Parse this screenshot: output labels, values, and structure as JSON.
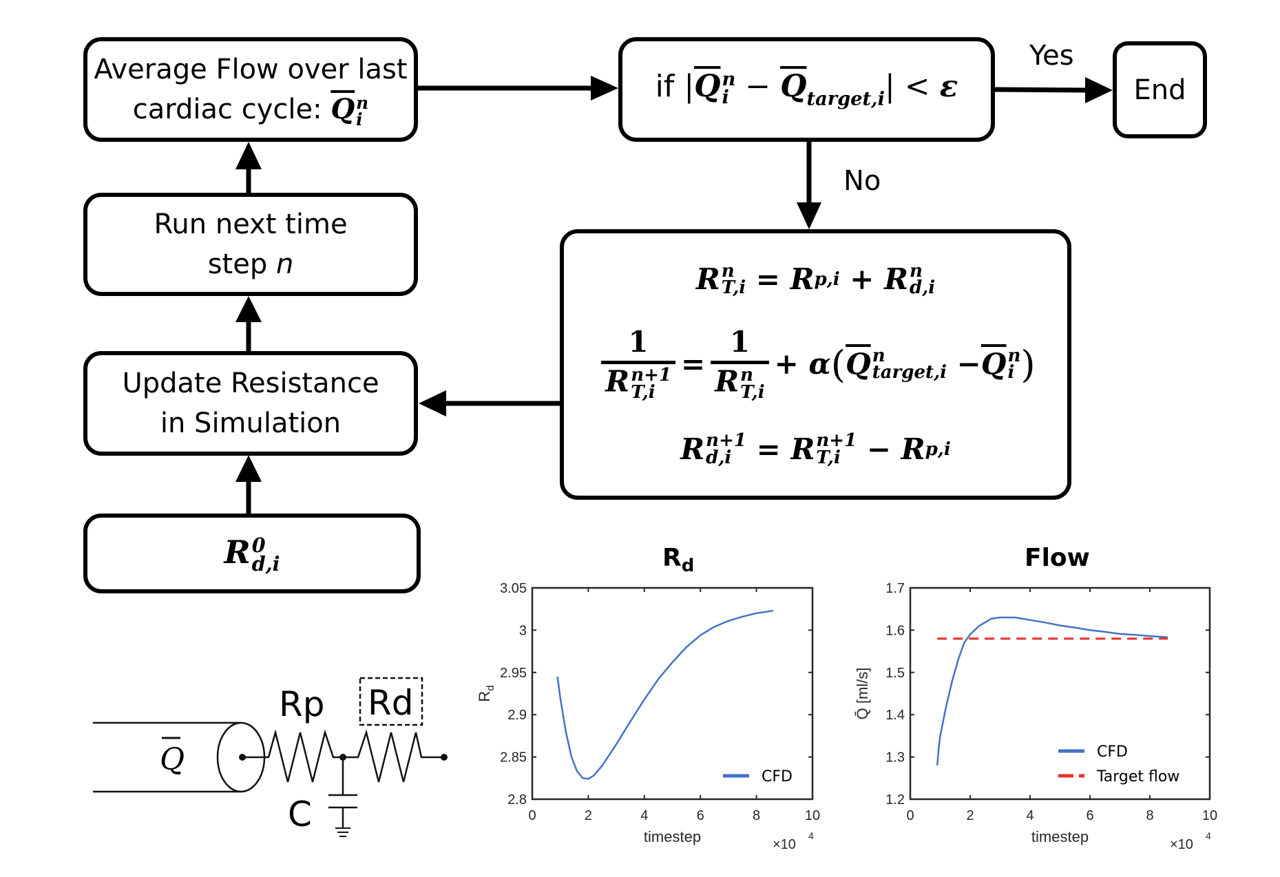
{
  "flowchart": {
    "average_flow": {
      "line1": "Average Flow over last",
      "line2": "cardiac cycle: ",
      "symbol": "Q",
      "sup": "n",
      "sub": "i"
    },
    "run_next": {
      "line1": "Run next time",
      "line2": "step ",
      "var": "n"
    },
    "update_resistance": {
      "line1": "Update Resistance",
      "line2": "in Simulation"
    },
    "initial": {
      "symbol": "R",
      "sup": "0",
      "sub": "d,i"
    },
    "condition": {
      "prefix": "if ",
      "expr_q": "Q",
      "expr_sup": "n",
      "expr_sub": "i",
      "minus": " − ",
      "target_q": "Q",
      "target_sub": "target,i",
      "comparator": " < ",
      "epsilon": "ε"
    },
    "end": {
      "label": "End"
    },
    "yes_label": "Yes",
    "no_label": "No",
    "equations": {
      "eq1": {
        "lhs": "R",
        "lhs_sup": "n",
        "lhs_sub": "T,i",
        "op": " = ",
        "t1": "R",
        "t1_sub": "p,i",
        "plus": " + ",
        "t2": "R",
        "t2_sup": "n",
        "t2_sub": "d,i"
      },
      "eq2": {
        "num1": "1",
        "den1": "R",
        "den1_sup": "n+1",
        "den1_sub": "T,i",
        "op": "=",
        "num2": "1",
        "den2": "R",
        "den2_sup": "n",
        "den2_sub": "T,i",
        "plus": "+ ",
        "alpha": "α",
        "open": "(",
        "q1": "Q",
        "q1_sup": "n",
        "q1_sub": "target,i",
        "minus": " −",
        "q2": "Q",
        "q2_sup": "n",
        "q2_sub": "i",
        "close": ")"
      },
      "eq3": {
        "lhs": "R",
        "lhs_sup": "n+1",
        "lhs_sub": "d,i",
        "op": " = ",
        "t1": "R",
        "t1_sup": "n+1",
        "t1_sub": "T,i",
        "minus": " − ",
        "t2": "R",
        "t2_sub": "p,i"
      }
    }
  },
  "circuit": {
    "flow_label": "Q",
    "rp_label": "Rp",
    "rd_label": "Rd",
    "c_label": "C"
  },
  "colors": {
    "cfd": "#4472C4",
    "target": "#E8312A",
    "axis": "#262626"
  },
  "chart_data": [
    {
      "type": "line",
      "title": "R",
      "title_sub": "d",
      "xlabel": "timestep",
      "x_multiplier": "×10",
      "x_multiplier_exp": "4",
      "ylabel": "R",
      "ylabel_sub": "d",
      "xlim": [
        0,
        10
      ],
      "ylim": [
        2.8,
        3.05
      ],
      "xticks": [
        0,
        2,
        4,
        6,
        8,
        10
      ],
      "yticks": [
        2.8,
        2.85,
        2.9,
        2.95,
        3,
        3.05
      ],
      "ytick_labels": [
        "2.8",
        "2.85",
        "2.9",
        "2.95",
        "3",
        "3.05"
      ],
      "legend": "bottom-right",
      "series": [
        {
          "name": "CFD",
          "style": "solid",
          "x": [
            0.9,
            1.0,
            1.2,
            1.4,
            1.6,
            1.8,
            2.0,
            2.2,
            2.5,
            3.0,
            3.5,
            4.0,
            4.5,
            5.0,
            5.5,
            6.0,
            6.5,
            7.0,
            7.5,
            8.0,
            8.6
          ],
          "y": [
            2.945,
            2.92,
            2.88,
            2.85,
            2.833,
            2.825,
            2.824,
            2.828,
            2.84,
            2.865,
            2.892,
            2.918,
            2.942,
            2.962,
            2.98,
            2.994,
            3.004,
            3.011,
            3.016,
            3.02,
            3.023
          ]
        }
      ]
    },
    {
      "type": "line",
      "title": "Flow",
      "xlabel": "timestep",
      "x_multiplier": "×10",
      "x_multiplier_exp": "4",
      "ylabel": "Q̄ [ml/s]",
      "xlim": [
        0,
        10
      ],
      "ylim": [
        1.2,
        1.7
      ],
      "xticks": [
        0,
        2,
        4,
        6,
        8,
        10
      ],
      "yticks": [
        1.2,
        1.3,
        1.4,
        1.5,
        1.6,
        1.7
      ],
      "ytick_labels": [
        "1.2",
        "1.3",
        "1.4",
        "1.5",
        "1.6",
        "1.7"
      ],
      "legend": "bottom-right",
      "series": [
        {
          "name": "CFD",
          "style": "solid",
          "x": [
            0.9,
            0.95,
            1.0,
            1.2,
            1.4,
            1.6,
            1.8,
            2.0,
            2.3,
            2.7,
            3.0,
            3.5,
            4.0,
            4.5,
            5.0,
            5.5,
            6.0,
            6.5,
            7.0,
            7.5,
            8.0,
            8.6
          ],
          "y": [
            1.28,
            1.32,
            1.35,
            1.42,
            1.48,
            1.53,
            1.57,
            1.59,
            1.61,
            1.627,
            1.63,
            1.63,
            1.624,
            1.618,
            1.611,
            1.606,
            1.6,
            1.596,
            1.591,
            1.589,
            1.586,
            1.583
          ]
        },
        {
          "name": "Target flow",
          "style": "dashed",
          "x": [
            0.9,
            8.6
          ],
          "y": [
            1.58,
            1.58
          ]
        }
      ]
    }
  ]
}
